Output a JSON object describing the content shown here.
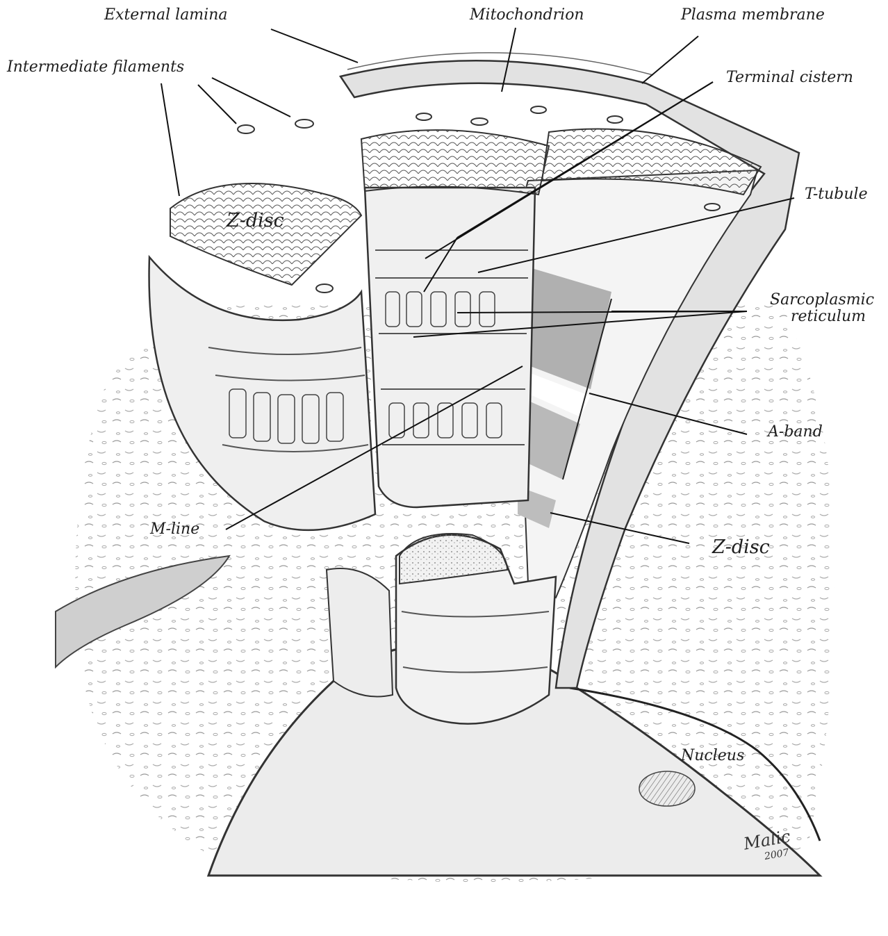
{
  "labels": {
    "external_lamina": "External lamina",
    "intermediate_filaments": "Intermediate filaments",
    "mitochondrion": "Mitochondrion",
    "plasma_membrane": "Plasma membrane",
    "terminal_cistern": "Terminal cistern",
    "z_disc_top": "Z-disc",
    "t_tubule": "T-tubule",
    "sarcoplasmic_line1": "Sarcoplasmic",
    "sarcoplasmic_line2": "reticulum",
    "a_band": "A-band",
    "m_line": "M-line",
    "z_disc_bottom": "Z-disc",
    "nucleus": "Nucleus"
  },
  "signature": {
    "name": "Malic",
    "year": "2007"
  },
  "colors": {
    "ink": "#1e1e1e",
    "pencil_dark": "#555555",
    "pencil_mid": "#8a8a8a",
    "pencil_light": "#c8c8c8",
    "shade_fill": "#d9d9d9",
    "paper": "#ffffff"
  }
}
